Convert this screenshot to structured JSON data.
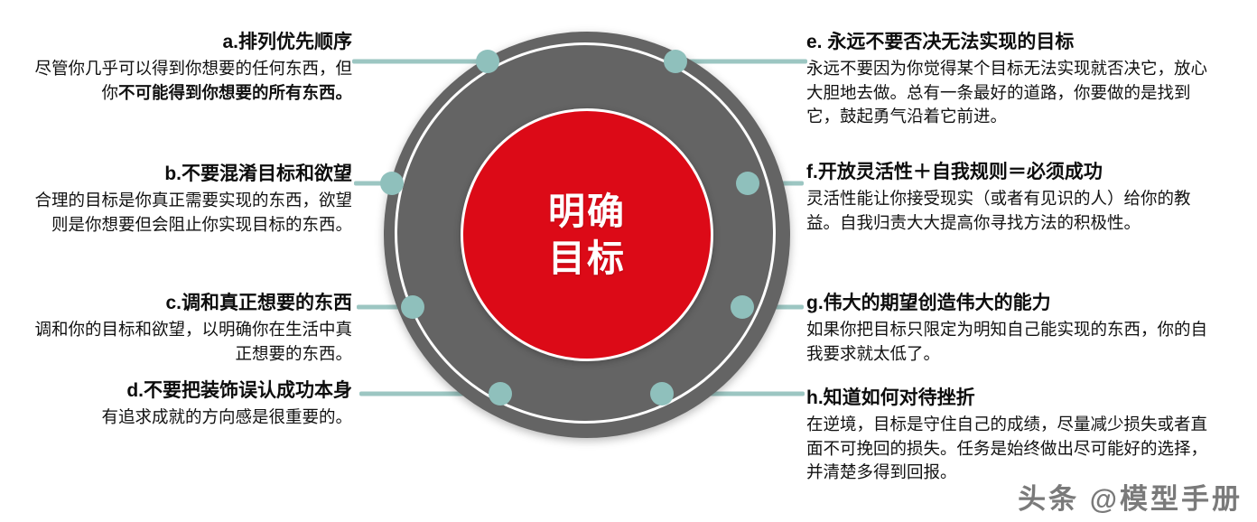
{
  "center": {
    "line1": "明确",
    "line2": "目标",
    "ring_color": "#646464",
    "core_color": "#DC0A17",
    "dot_color": "#8FC0BC",
    "connector_color": "#9CC6C2"
  },
  "watermark": "头条 @模型手册",
  "left_items": [
    {
      "key": "a",
      "title": "a.排列优先顺序",
      "body_before": "尽管你几乎可以得到你想要的任何东西，但你",
      "body_bold": "不可能得到你想要的所有东西。",
      "body_after": ""
    },
    {
      "key": "b",
      "title": "b.不要混淆目标和欲望",
      "body_before": "合理的目标是你真正需要实现的东西，欲望则是你想要但会阻止你实现目标的东西。",
      "body_bold": "",
      "body_after": ""
    },
    {
      "key": "c",
      "title": "c.调和真正想要的东西",
      "body_before": "调和你的目标和欲望，以明确你在生活中真正想要的东西。",
      "body_bold": "",
      "body_after": ""
    },
    {
      "key": "d",
      "title": "d.不要把装饰误认成功本身",
      "body_before": "有追求成就的方向感是很重要的。",
      "body_bold": "",
      "body_after": ""
    }
  ],
  "right_items": [
    {
      "key": "e",
      "title": "e. 永远不要否决无法实现的目标",
      "body": "永远不要因为你觉得某个目标无法实现就否决它，放心大胆地去做。总有一条最好的道路，你要做的是找到它，鼓起勇气沿着它前进。"
    },
    {
      "key": "f",
      "title": "f.开放灵活性＋自我规则＝必须成功",
      "body": "灵活性能让你接受现实（或者有见识的人）给你的教益。自我归责大大提高你寻找方法的积极性。"
    },
    {
      "key": "g",
      "title": "g.伟大的期望创造伟大的能力",
      "body": " 如果你把目标只限定为明知自己能实现的东西，你的自我要求就太低了。"
    },
    {
      "key": "h",
      "title": "h.知道如何对待挫折",
      "body": "在逆境，目标是守住自己的成绩，尽量减少损失或者直面不可挽回的损失。任务是始终做出尽可能好的选择，并清楚多得到回报。"
    }
  ]
}
